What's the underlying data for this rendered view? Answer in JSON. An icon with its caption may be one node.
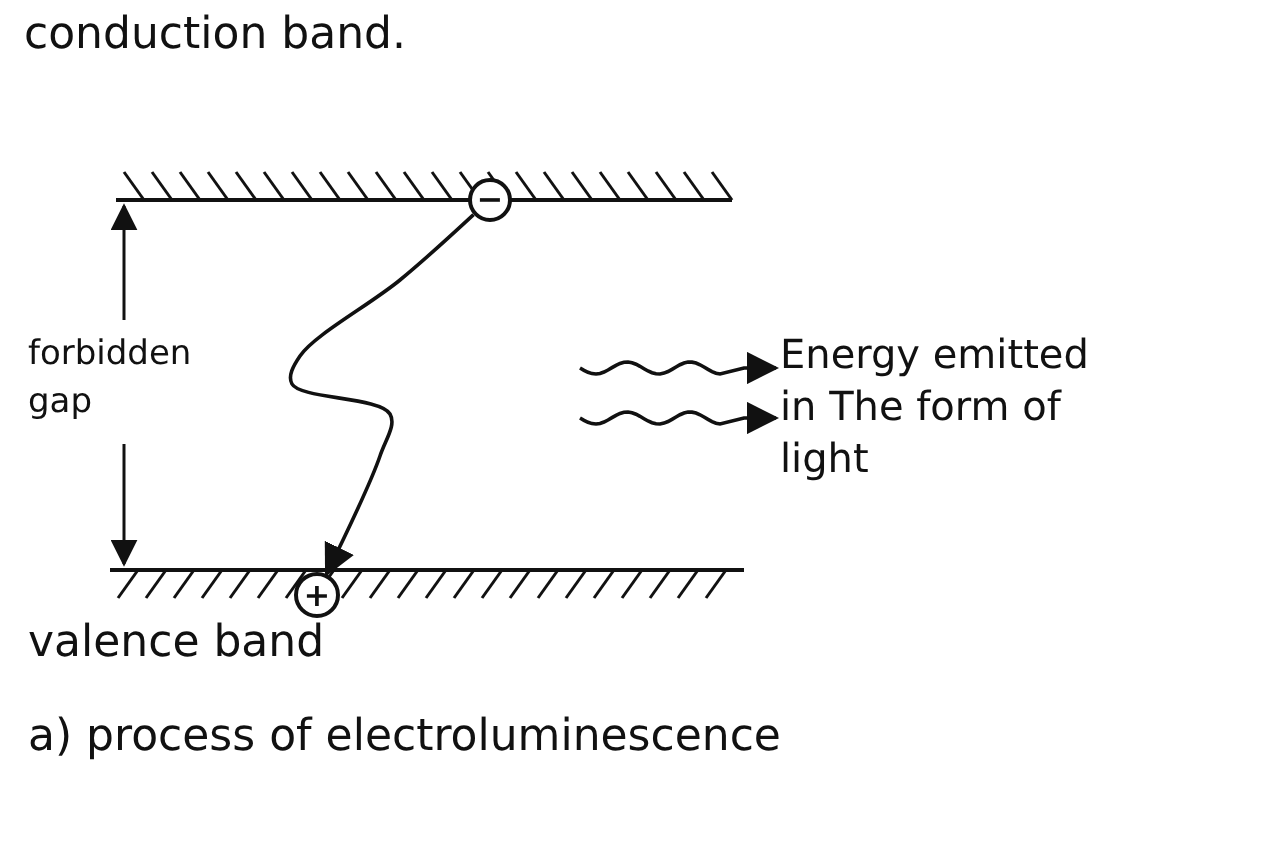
{
  "diagram": {
    "caption": "a) process of electroluminescence",
    "nodes": [
      {
        "text": [
          "−"
        ]
      },
      {
        "text": [
          "+"
        ]
      },
      {
        "text": [
          "Energy emitted in The form of light"
        ]
      }
    ],
    "edges": [
      {
        "from": 0,
        "to": 1,
        "arrow": "to"
      },
      {
        "from": null,
        "to": 2,
        "arrow": "to"
      },
      {
        "from": null,
        "to": 2,
        "arrow": "to"
      }
    ],
    "labels": [
      "conduction band.",
      "forbidden gap",
      "valence band"
    ]
  }
}
